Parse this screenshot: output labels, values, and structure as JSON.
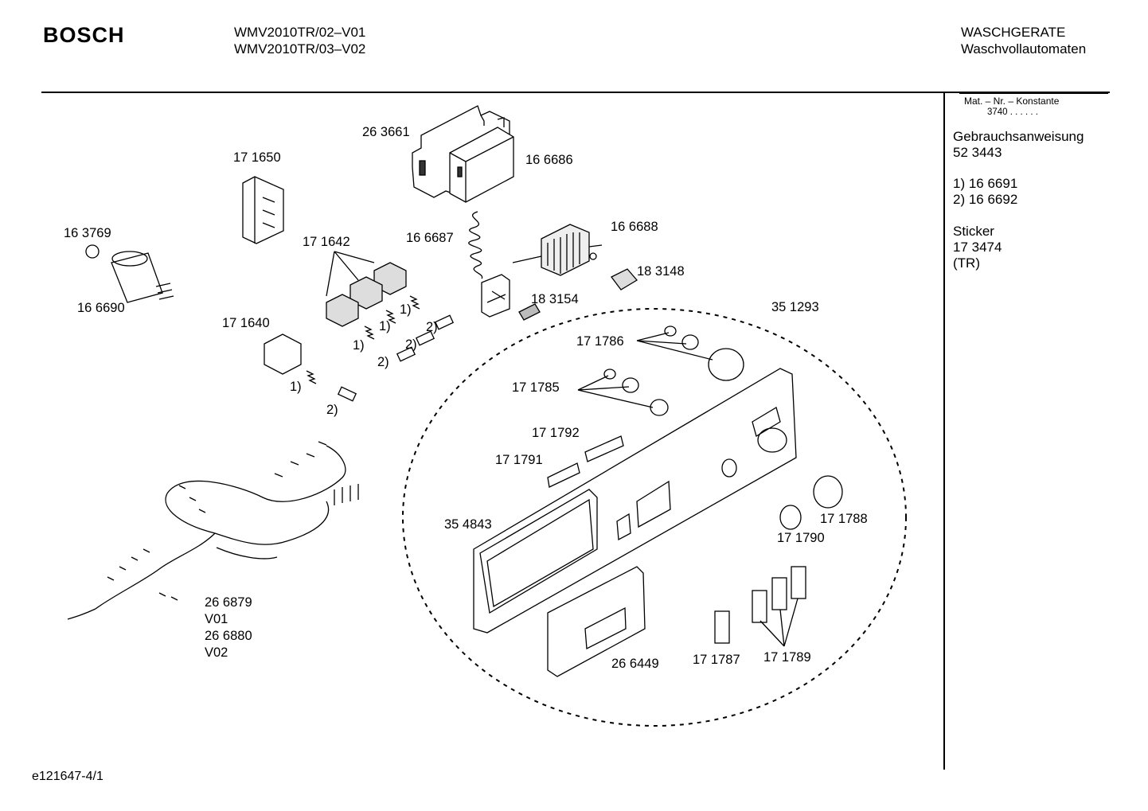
{
  "header": {
    "brand": "BOSCH",
    "models": [
      "WMV2010TR/02–V01",
      "WMV2010TR/03–V02"
    ],
    "category": "WASCHGERATE",
    "subcategory": "Waschvollautomaten"
  },
  "sidebar": {
    "mat_label": "Mat. – Nr. – Konstante",
    "mat_value": "3740 . .   . . . .",
    "manual_label": "Gebrauchsanweisung",
    "manual_number": "52 3443",
    "note1": "1) 16 6691",
    "note2": "2) 16 6692",
    "sticker_label": "Sticker",
    "sticker_number": "17 3474",
    "sticker_country": "(TR)"
  },
  "parts": {
    "p263661": "26 3661",
    "p171650": "17 1650",
    "p166686": "16 6686",
    "p163769": "16 3769",
    "p166690": "16 6690",
    "p171642": "17 1642",
    "p166687": "16 6687",
    "p166688": "16 6688",
    "p183148": "18 3148",
    "p183154": "18 3154",
    "p351293": "35 1293",
    "p171640": "17 1640",
    "p171786": "17 1786",
    "p171785": "17 1785",
    "p171792": "17 1792",
    "p171791": "17 1791",
    "p354843": "35 4843",
    "p171788": "17 1788",
    "p171790": "17 1790",
    "p266879": "26 6879",
    "v01": "V01",
    "p266880": "26 6880",
    "v02": "V02",
    "p266449": "26 6449",
    "p171787": "17 1787",
    "p171789": "17 1789"
  },
  "footnote_marks": {
    "one": "1)",
    "two": "2)"
  },
  "footer": {
    "drawing_id": "e121647-4/1"
  }
}
